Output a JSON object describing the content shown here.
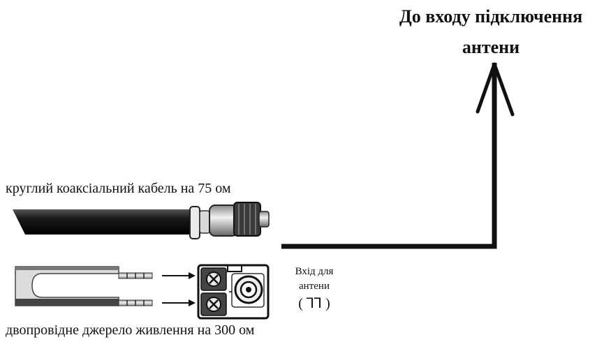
{
  "title": {
    "line1": "До  входу підключення",
    "line2": "антени"
  },
  "labels": {
    "coax_cable": "круглий  коаксіальний  кабель  на 75 ом",
    "twin_lead": "двопровідне  джерело  живлення на 300 ом",
    "antenna_input_line1": "Вхід для",
    "antenna_input_line2": "антени",
    "antenna_input_symbol": "( ꓶ⅂ )"
  },
  "colors": {
    "line": "#111111",
    "cable": "#1a1a1a",
    "wire_insulation": "#d9d9d9",
    "connector": "#bdbdbd"
  }
}
